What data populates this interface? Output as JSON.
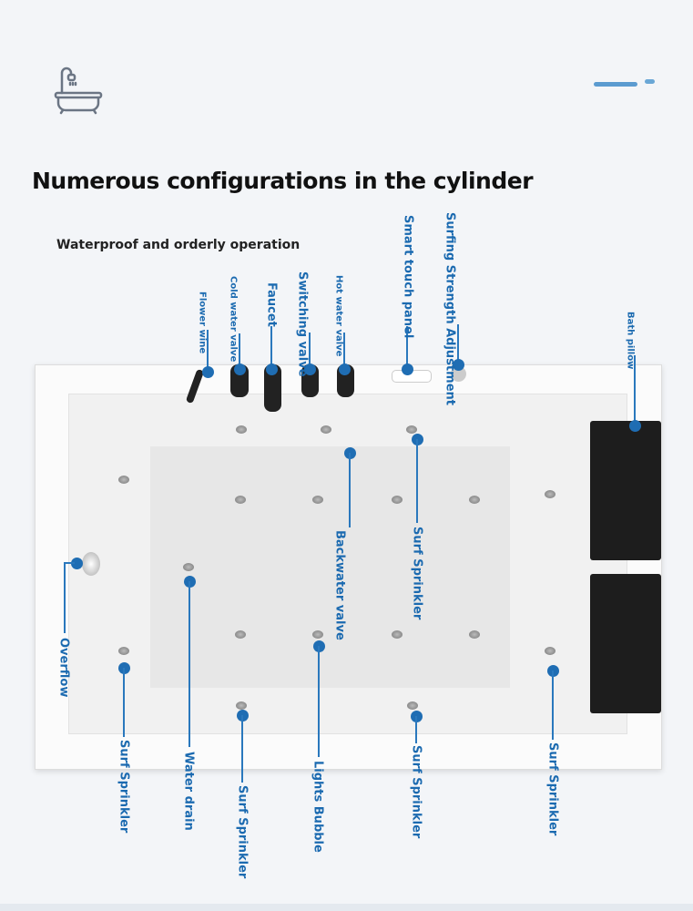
{
  "title": "Numerous configurations in the cylinder",
  "subtitle": "Waterproof and orderly operation",
  "icons": {
    "logo": "bathtub-shower-icon"
  },
  "colors": {
    "accent": "#1f6db3",
    "background": "#f3f5f8"
  },
  "callouts": {
    "flower_wine": "Flower wine",
    "cold_water_valve": "Cold water valve",
    "faucet": "Faucet",
    "switching_valve": "Switching valve",
    "hot_water_valve": "Hot water valve",
    "smart_touch_panel": "Smart touch panel",
    "surfing_strength": "Surfing Strength Adjustment",
    "bath_pillow": "Bath pillow",
    "backwater_valve": "Backwater valve",
    "surf_sprinkler": "Surf Sprinkler",
    "overflow": "Overflow",
    "water_drain": "Water drain",
    "lights_bubble": "Lights Bubble"
  }
}
